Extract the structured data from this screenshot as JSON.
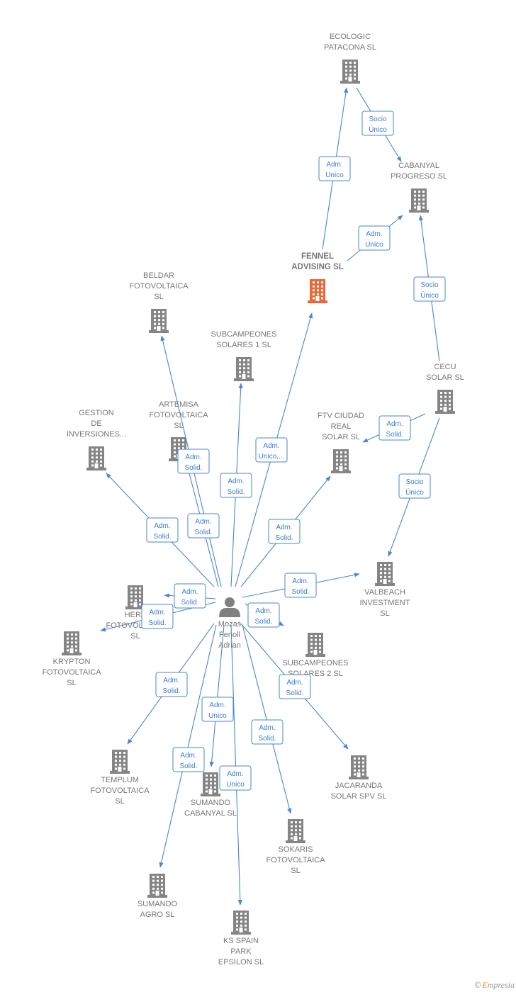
{
  "colors": {
    "edge": "#4a86d4",
    "company": "#858585",
    "focus_company": "#f26535",
    "person": "#808080"
  },
  "nodes": [
    {
      "id": "ecologic",
      "type": "company",
      "label": [
        "ECOLOGIC",
        "PATACONA  SL"
      ]
    },
    {
      "id": "cabanyal",
      "type": "company",
      "label": [
        "CABANYAL",
        "PROGRESO  SL"
      ]
    },
    {
      "id": "fennel",
      "type": "company",
      "focus": true,
      "label": [
        "FENNEL",
        "ADVISING  SL"
      ]
    },
    {
      "id": "beldar",
      "type": "company",
      "label": [
        "BELDAR",
        "FOTOVOLTAICA",
        "SL"
      ]
    },
    {
      "id": "subcamp1",
      "type": "company",
      "label": [
        "SUBCAMPEONES",
        "SOLARES 1  SL"
      ]
    },
    {
      "id": "cecu",
      "type": "company",
      "label": [
        "CECU",
        "SOLAR SL"
      ]
    },
    {
      "id": "gestion",
      "type": "company",
      "label": [
        "GESTION",
        "DE",
        "INVERSIONES..."
      ]
    },
    {
      "id": "artemisa",
      "type": "company",
      "label": [
        "ARTEMISA",
        "FOTOVOLTAICA",
        "SL"
      ]
    },
    {
      "id": "ftv",
      "type": "company",
      "label": [
        "FTV CIUDAD",
        "REAL",
        "SOLAR  SL"
      ]
    },
    {
      "id": "valbeach",
      "type": "company",
      "label": [
        "VALBEACH",
        "INVESTMENT",
        "SL"
      ]
    },
    {
      "id": "hera",
      "type": "company",
      "label": [
        "HERA",
        "FOTOVOLTAICA",
        "SL"
      ]
    },
    {
      "id": "krypton",
      "type": "company",
      "label": [
        "KRYPTON",
        "FOTOVOLTAICA",
        "SL"
      ]
    },
    {
      "id": "subcamp2",
      "type": "company",
      "label": [
        "SUBCAMPEONES",
        "SOLARES 2  SL"
      ]
    },
    {
      "id": "templum",
      "type": "company",
      "label": [
        "TEMPLUM",
        "FOTOVOLTAICA",
        "SL"
      ]
    },
    {
      "id": "jacaranda",
      "type": "company",
      "label": [
        "JACARANDA",
        "SOLAR SPV  SL"
      ]
    },
    {
      "id": "sumcab",
      "type": "company",
      "label": [
        "SUMANDO",
        "CABANYAL  SL"
      ]
    },
    {
      "id": "sokaris",
      "type": "company",
      "label": [
        "SOKARIS",
        "FOTOVOLTAICA",
        "SL"
      ]
    },
    {
      "id": "sumagro",
      "type": "company",
      "label": [
        "SUMANDO",
        "AGRO  SL"
      ]
    },
    {
      "id": "ks",
      "type": "company",
      "label": [
        "KS SPAIN",
        "PARK",
        "EPSILON  SL"
      ]
    },
    {
      "id": "mozas",
      "type": "person",
      "label": [
        "Mozas",
        "Fenoll",
        "Adrian"
      ]
    }
  ],
  "edges": [
    {
      "from": "fennel",
      "to": "ecologic",
      "label": [
        "Adm.",
        "Unico"
      ]
    },
    {
      "from": "ecologic",
      "to": "cabanyal",
      "label": [
        "Socio",
        "Único"
      ]
    },
    {
      "from": "fennel",
      "to": "cabanyal",
      "label": [
        "Adm.",
        "Unico"
      ]
    },
    {
      "from": "cecu",
      "to": "cabanyal",
      "label": [
        "Socio",
        "Único"
      ]
    },
    {
      "from": "cecu",
      "to": "ftv",
      "label": [
        "Adm.",
        "Solid."
      ]
    },
    {
      "from": "cecu",
      "to": "valbeach",
      "label": [
        "Socio",
        "Único"
      ]
    },
    {
      "from": "mozas",
      "to": "beldar",
      "label": [
        "Adm.",
        "Solid."
      ]
    },
    {
      "from": "mozas",
      "to": "artemisa",
      "label": [
        "Adm.",
        "Solid."
      ]
    },
    {
      "from": "mozas",
      "to": "subcamp1",
      "label": [
        "Adm.",
        "Solid."
      ]
    },
    {
      "from": "mozas",
      "to": "fennel",
      "label": [
        "Adm.",
        "Unico,..."
      ]
    },
    {
      "from": "mozas",
      "to": "gestion",
      "label": [
        "Adm.",
        "Solid."
      ]
    },
    {
      "from": "mozas",
      "to": "ftv",
      "label": [
        "Adm.",
        "Solid."
      ]
    },
    {
      "from": "mozas",
      "to": "valbeach",
      "label": [
        "Adm.",
        "Solid."
      ]
    },
    {
      "from": "mozas",
      "to": "hera",
      "label": [
        "Adm.",
        "Solid."
      ]
    },
    {
      "from": "mozas",
      "to": "krypton",
      "label": [
        "Adm.",
        "Solid."
      ]
    },
    {
      "from": "mozas",
      "to": "subcamp2",
      "label": [
        "Adm.",
        "Solid."
      ]
    },
    {
      "from": "mozas",
      "to": "templum",
      "label": [
        "Adm.",
        "Solid."
      ]
    },
    {
      "from": "mozas",
      "to": "jacaranda",
      "label": [
        "Adm.",
        "Solid."
      ]
    },
    {
      "from": "mozas",
      "to": "sumcab",
      "label": [
        "Adm.",
        "Unico"
      ]
    },
    {
      "from": "mozas",
      "to": "sokaris",
      "label": [
        "Adm.",
        "Solid."
      ]
    },
    {
      "from": "mozas",
      "to": "sumagro",
      "label": [
        "Adm.",
        "Solid."
      ]
    },
    {
      "from": "mozas",
      "to": "ks",
      "label": [
        "Adm.",
        "Unico"
      ]
    }
  ],
  "footer": {
    "copyright": "©",
    "brand_e": "E",
    "brand_rest": "mpresia"
  }
}
